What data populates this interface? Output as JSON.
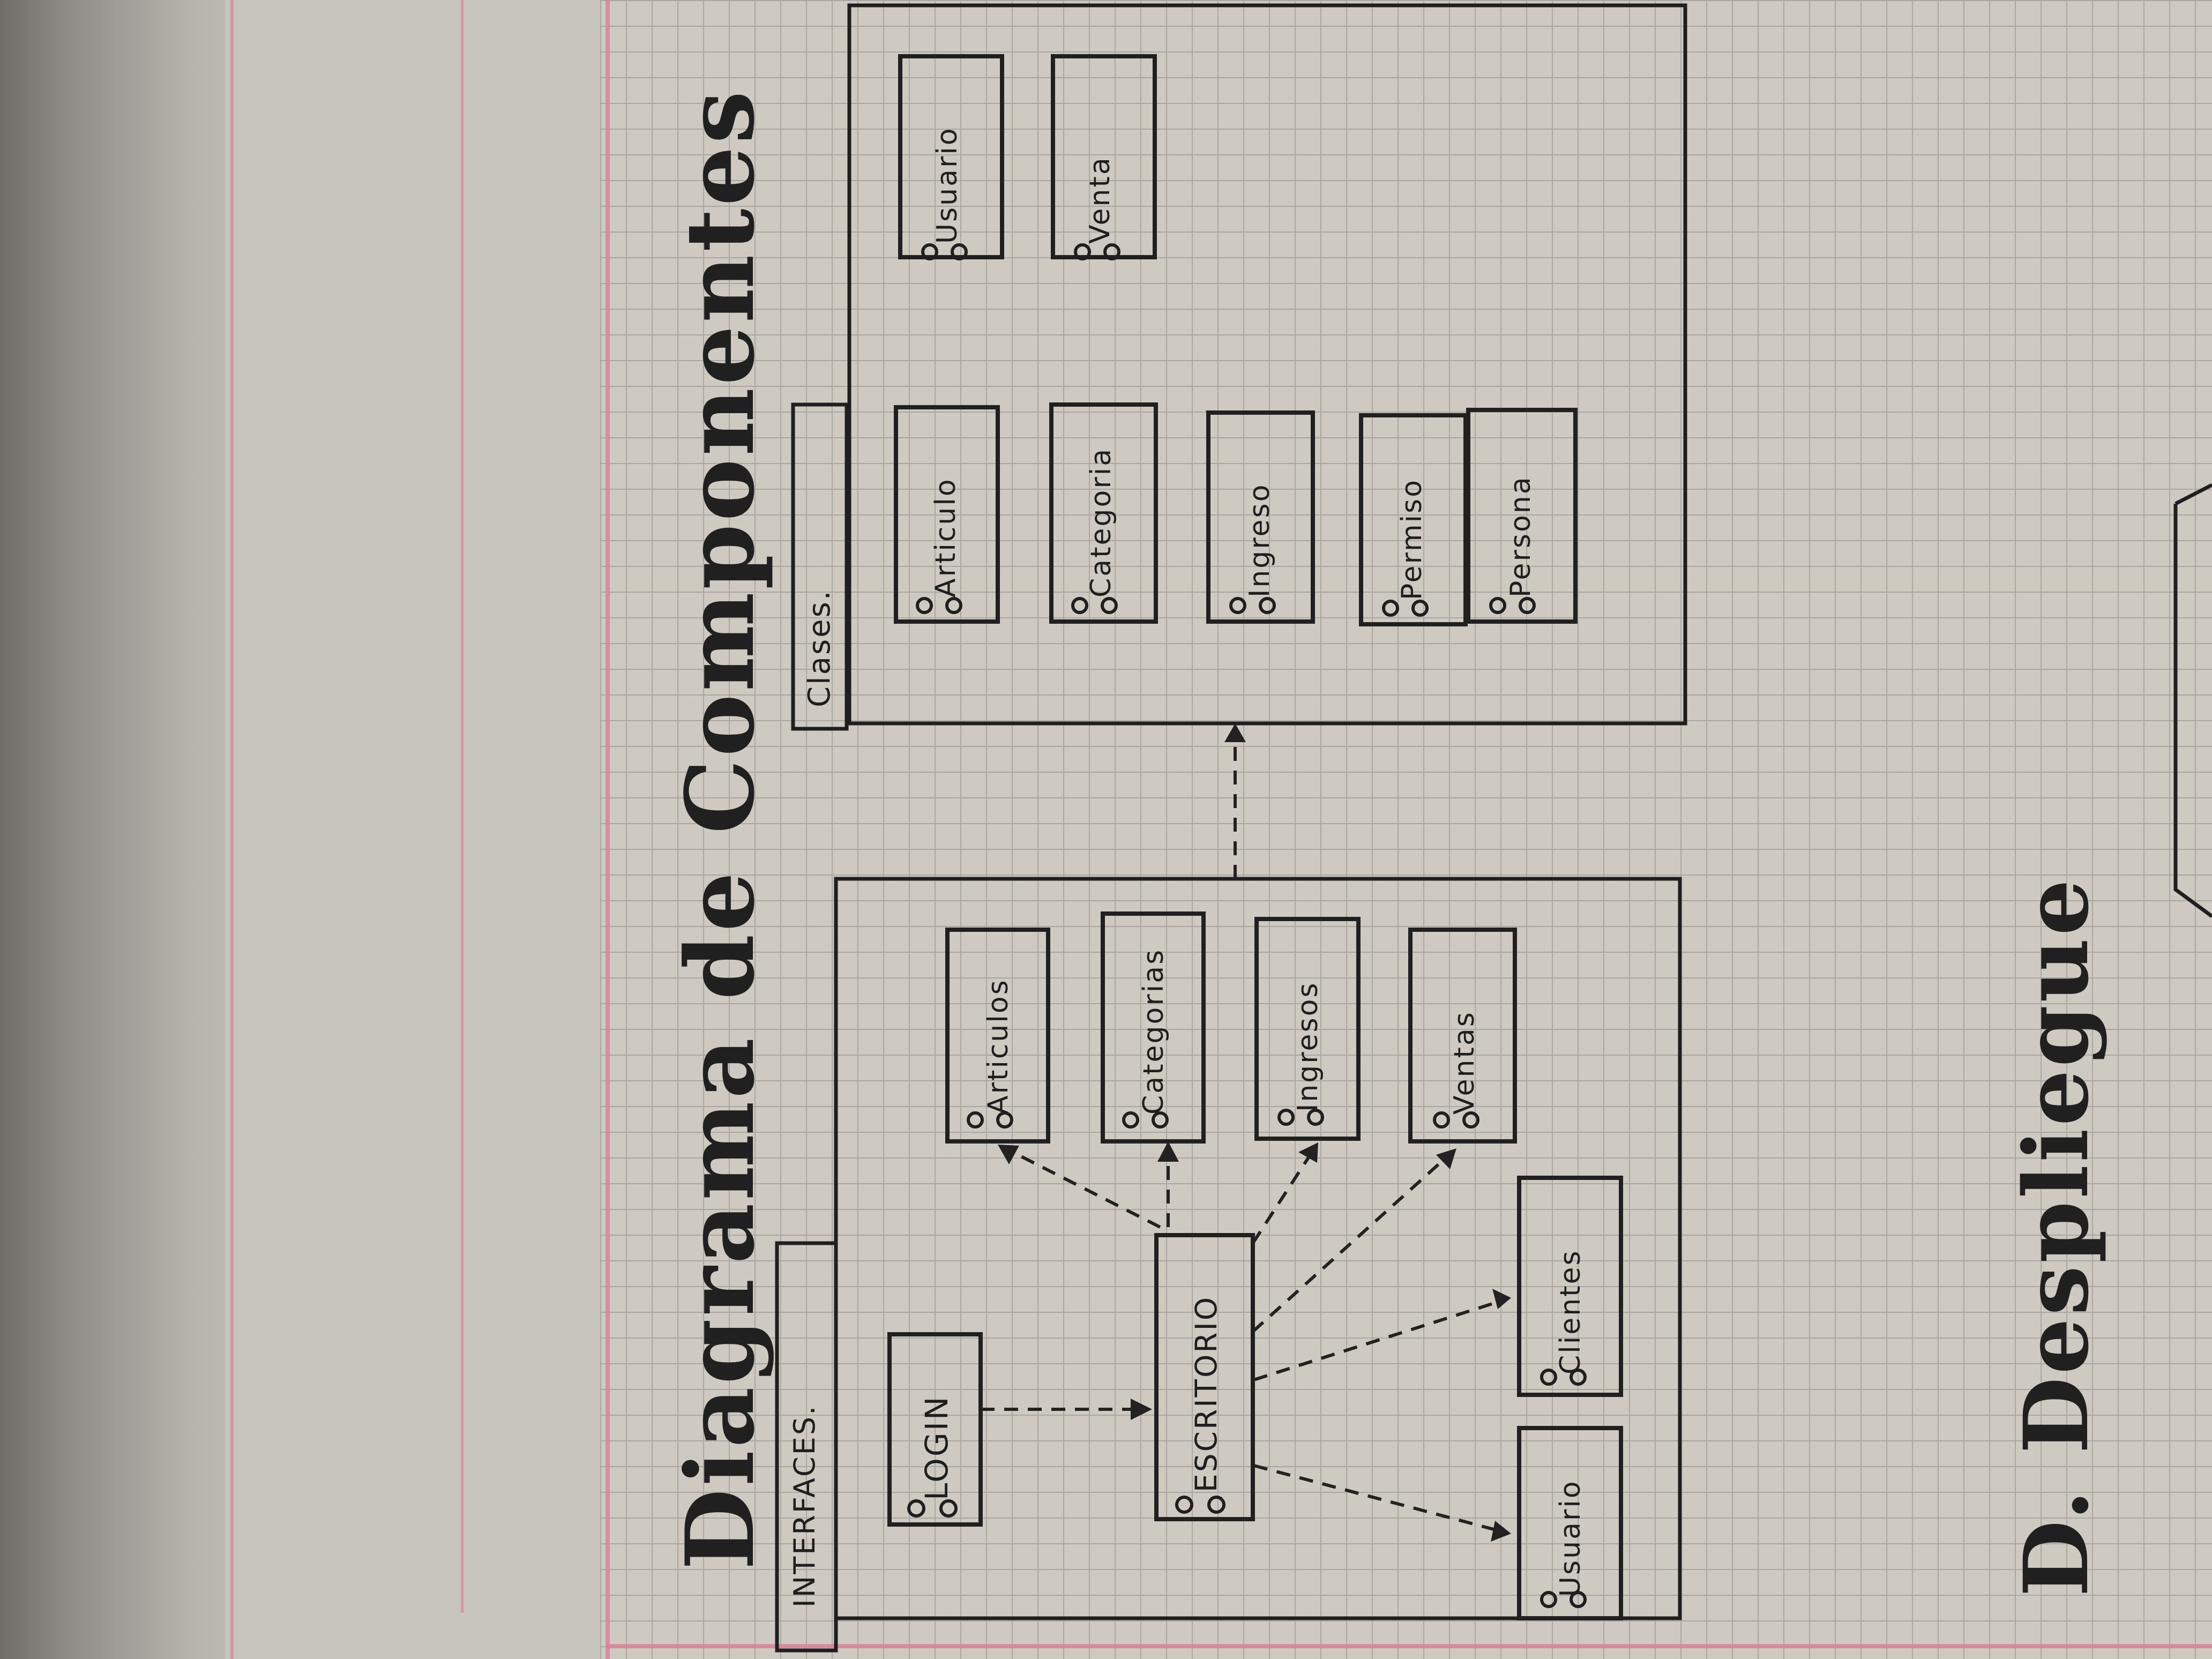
{
  "title": "Diagrama de Componentes",
  "subtitle": "D. Despliegue",
  "packages": {
    "interfaces": {
      "label": "INTERFACES.",
      "components": {
        "login": "LOGIN",
        "escritorio": "ESCRITORIO",
        "articulos": "Articulos",
        "categorias": "Categorias",
        "ingresos": "Ingresos",
        "ventas": "Ventas",
        "clientes": "Clientes",
        "usuario": "Usuario"
      }
    },
    "clases": {
      "label": "Clases.",
      "components": {
        "usuario": "Usuario",
        "venta": "Venta",
        "articulo": "Articulo",
        "categoria": "Categoria",
        "ingreso": "Ingreso",
        "permiso": "Permiso",
        "persona": "Persona"
      }
    }
  },
  "colors": {
    "ink": "#202020",
    "grid": "#a9a6a0",
    "paper": "#cfcbc3",
    "margin": "#d8849b"
  }
}
